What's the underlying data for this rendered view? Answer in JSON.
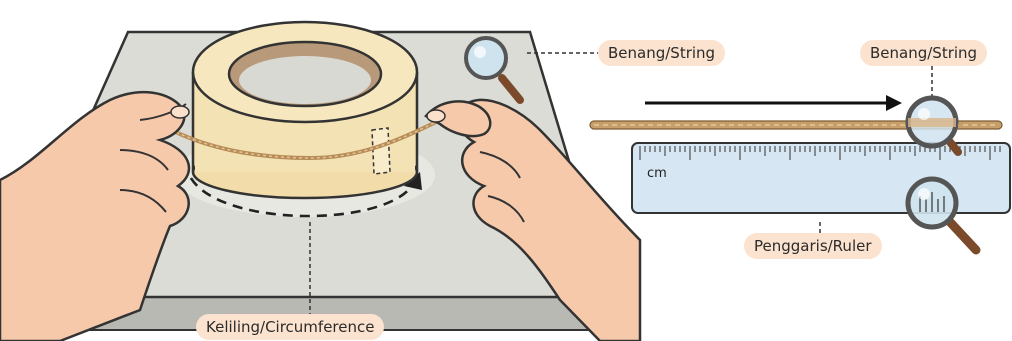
{
  "labels": {
    "string_left": "Benang/String",
    "string_right": "Benang/String",
    "ruler": "Penggaris/Ruler",
    "circumference": "Keliling/Circumference",
    "ruler_unit": "cm"
  },
  "icons": [
    "magnifier-icon",
    "arrow-right-icon",
    "dashed-circular-arrow-icon"
  ],
  "colors": {
    "board": "#dcdcd6",
    "tape": "#f6e7bf",
    "skin": "#f6c9ab",
    "string": "#c79f6b",
    "ruler": "#d6e6f2",
    "callout": "#fbe3cf"
  }
}
